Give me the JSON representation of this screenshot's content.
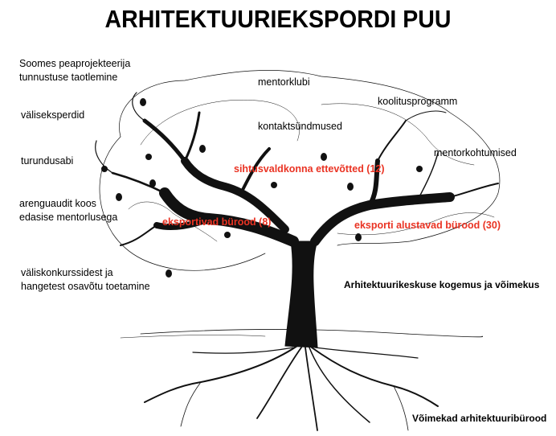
{
  "title": "ARHITEKTUURIEKSPORDI PUU",
  "labels": {
    "soomes": "Soomes peaprojekteerija tunnustuse taotlemine",
    "valiseksperdid": "väliseksperdid",
    "turundusabi": "turundusabi",
    "arenguaudit": "arenguaudit koos edasise mentorlusega",
    "valiskonkursid": "väliskonkurssidest ja hangetest osavõtu toetamine",
    "mentorklubi": "mentorklubi",
    "kontaktsundmused": "kontaktsündmused",
    "koolitusprogramm": "koolitusprogramm",
    "mentorkohtumised": "mentorkohtumised",
    "kogemus": "Arhitektuurikeskuse kogemus ja võimekus",
    "voimekad": "Võimekad arhitektuuribürood"
  },
  "branches": {
    "sihtturu": "sihtusvaldkonna ettevõtted (12)",
    "eksportivad": "eksportivad bürood (8)",
    "alustavad": "eksporti alustavad bürood (30)"
  },
  "colors": {
    "ink": "#111111",
    "accent": "#ea3323"
  }
}
